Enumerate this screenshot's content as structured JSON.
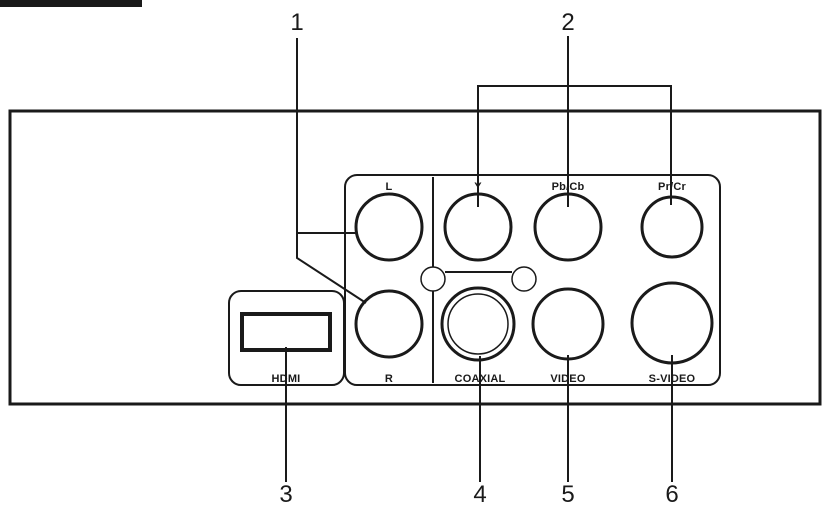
{
  "diagram": {
    "callouts": [
      "1",
      "2",
      "3",
      "4",
      "5",
      "6"
    ],
    "ports": {
      "audio_left": "L",
      "audio_right": "R",
      "y": "Y",
      "pb_cb": "Pb/Cb",
      "pr_cr": "Pr/Cr",
      "hdmi": "HDMI",
      "coaxial": "COAXIAL",
      "video": "VIDEO",
      "s_video": "S-VIDEO"
    }
  }
}
